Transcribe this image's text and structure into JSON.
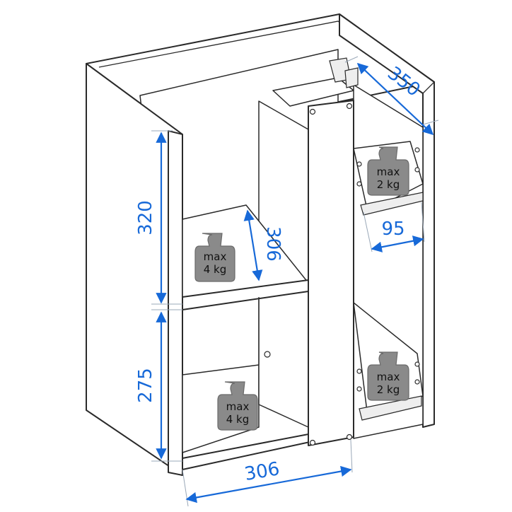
{
  "dimensions": {
    "depth": "350",
    "upper_height": "320",
    "lower_height": "275",
    "width": "306",
    "shelf_depth": "306",
    "drawer_depth": "95"
  },
  "load_labels": {
    "shelf_upper": {
      "line1": "max",
      "line2": "4 kg"
    },
    "shelf_lower": {
      "line1": "max",
      "line2": "4 kg"
    },
    "drawer_upper": {
      "line1": "max",
      "line2": "2 kg"
    },
    "drawer_lower": {
      "line1": "max",
      "line2": "2 kg"
    }
  },
  "colors": {
    "dimension": "#1769d8",
    "weight_badge": "#8a8a8a",
    "outline": "#2a2a2a"
  }
}
